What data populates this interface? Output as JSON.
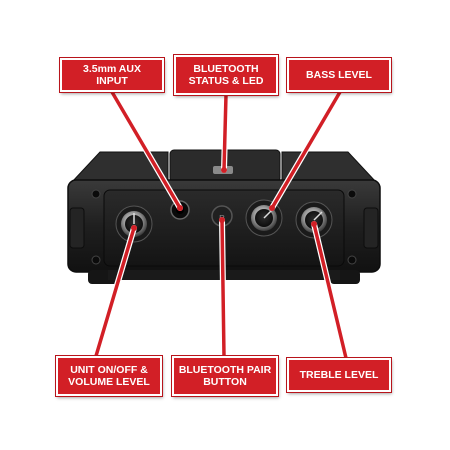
{
  "callouts": {
    "aux_input": "3.5mm AUX INPUT",
    "bluetooth_status": "BLUETOOTH\nSTATUS & LED",
    "bass_level": "BASS LEVEL",
    "unit_onoff": "UNIT ON/OFF &\nVOLUME LEVEL",
    "bluetooth_pair": "BLUETOOTH PAIR\nBUTTON",
    "treble_level": "TREBLE LEVEL"
  },
  "colors": {
    "callout_red": "#d21f26",
    "device_body": "#1c1c1c"
  }
}
